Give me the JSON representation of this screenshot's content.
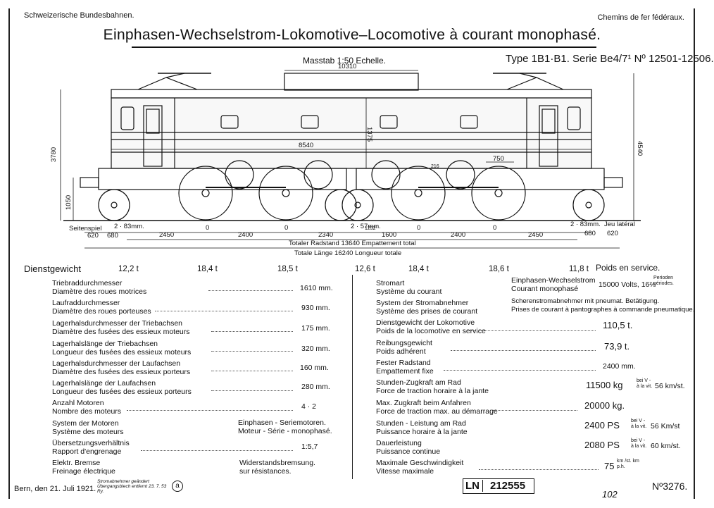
{
  "header": {
    "left": "Schweizerische Bundesbahnen.",
    "right": "Chemins de fer fédéraux.",
    "title": "Einphasen-Wechselstrom-Lokomotive–Locomotive à courant monophasé.",
    "scale": "Masstab 1:50 Echelle.",
    "type": "Type 1B1·B1. Serie Be4/7¹ Nº 12501-12506."
  },
  "drawing": {
    "dim_top": "10310",
    "dim_body": "8540",
    "dim_vertical_body": "1375",
    "dim_height_left": "3780",
    "dim_height_right": "4540",
    "dim_buffer_height": "1050",
    "dim_wheel": "750",
    "dim_small_1": "216",
    "dim_small_2": "1232",
    "seitenspiel": "Seitenspiel",
    "jeu_lateral": "Jeu latéral",
    "play_left": "2 · 83mm.",
    "play_mid": "2 · 57mm.",
    "play_right": "2 · 83mm.",
    "spacings": [
      "620",
      "680",
      "2450",
      "0",
      "2400",
      "0",
      "2340",
      "1600",
      "0",
      "2400",
      "0",
      "2450",
      "680",
      "620"
    ],
    "wheelbase": "Totaler Radstand 13640 Empattement total",
    "length": "Totale Länge 16240 Longueur totale"
  },
  "weights": {
    "label": "Dienstgewicht",
    "values": [
      "12,2 t",
      "18,4 t",
      "18,5 t",
      "12,6 t",
      "18,4 t",
      "18,6 t",
      "11,8 t"
    ],
    "label_fr": "Poids en service."
  },
  "left_specs": [
    {
      "de": "Triebraddurchmesser",
      "fr": "Diamètre des roues motrices",
      "value": "1610 mm."
    },
    {
      "de": "Laufraddurchmesser",
      "fr": "Diamètre des roues porteuses",
      "value": "930 mm."
    },
    {
      "de": "Lagerhalsdurchmesser der Triebachsen",
      "fr": "Diamètre des fusées des essieux moteurs",
      "value": "175 mm."
    },
    {
      "de": "Lagerhalslänge der Triebachsen",
      "fr": "Longueur des fusées des essieux moteurs",
      "value": "320 mm."
    },
    {
      "de": "Lagerhalsdurchmesser der Laufachsen",
      "fr": "Diamètre des fusées des essieux porteurs",
      "value": "160 mm."
    },
    {
      "de": "Lagerhalslänge der Laufachsen",
      "fr": "Longueur des fusées des essieux porteurs",
      "value": "280 mm."
    },
    {
      "de": "Anzahl Motoren",
      "fr": "Nombre des moteurs",
      "value": "4 · 2"
    },
    {
      "de": "System der Motoren",
      "fr": "Système des moteurs",
      "value": "Einphasen - Seriemotoren.",
      "value2": "Moteur - Série - monophasé."
    },
    {
      "de": "Übersetzungsverhältnis",
      "fr": "Rapport d'engrenage",
      "value": "1:5,7"
    },
    {
      "de": "Elektr. Bremse",
      "fr": "Freinage électrique",
      "value": "Widerstandsbremsung.",
      "value2": "sur résistances."
    }
  ],
  "right_specs": [
    {
      "de": "Stromart",
      "fr": "Système du courant",
      "value": "Einphasen-Wechselstrom",
      "value2": "Courant monophasé",
      "extra": "15000 Volts, 16⅔",
      "extra_sup": "Perioden périodes."
    },
    {
      "de": "System der Stromabnehmer",
      "fr": "Système des prises de courant",
      "value": "Scherenstromabnehmer mit pneumat. Betätigung.",
      "value2": "Prises de courant à pantographes à commande pneumatique."
    },
    {
      "de": "Dienstgewicht der Lokomotive",
      "fr": "Poids de la locomotive en service",
      "value": "110,5 t."
    },
    {
      "de": "Reibungsgewicht",
      "fr": "Poids adhérent",
      "value": "73,9 t."
    },
    {
      "de": "Fester Radstand",
      "fr": "Empattement fixe",
      "value": "2400 mm."
    },
    {
      "de": "Stunden-Zugkraft am Rad",
      "fr": "Force de traction horaire à la jante",
      "value": "11500 kg",
      "sup": "bei V - à la vit.",
      "speed": "56 km/st."
    },
    {
      "de": "Max. Zugkraft beim Anfahren",
      "fr": "Force de traction max. au démarrage",
      "value": "20000 kg."
    },
    {
      "de": "Stunden - Leistung am Rad",
      "fr": "Puissance horaire à la jante",
      "value": "2400 PS",
      "sup": "bei V - à la vit.",
      "speed": "56 Km/st"
    },
    {
      "de": "Dauerleistung",
      "fr": "Puissance continue",
      "value": "2080 PS",
      "sup": "bei V - à la vit.",
      "speed": "60 km/st."
    },
    {
      "de": "Maximale Geschwindigkeit",
      "fr": "Vitesse maximale",
      "value": "75",
      "sup": "km /st. km p.h."
    }
  ],
  "footer": {
    "date": "Bern, den 21. Juli 1921.",
    "note": "Stromabnehmer geändert Übergangsblech entfernt 23. 7. 53 Ry.",
    "circle": "a",
    "ln_label": "LN",
    "ln_number": "212555",
    "sheet": "Nº3276.",
    "handwritten": "102"
  },
  "colors": {
    "ink": "#111111",
    "paper": "#ffffff"
  }
}
